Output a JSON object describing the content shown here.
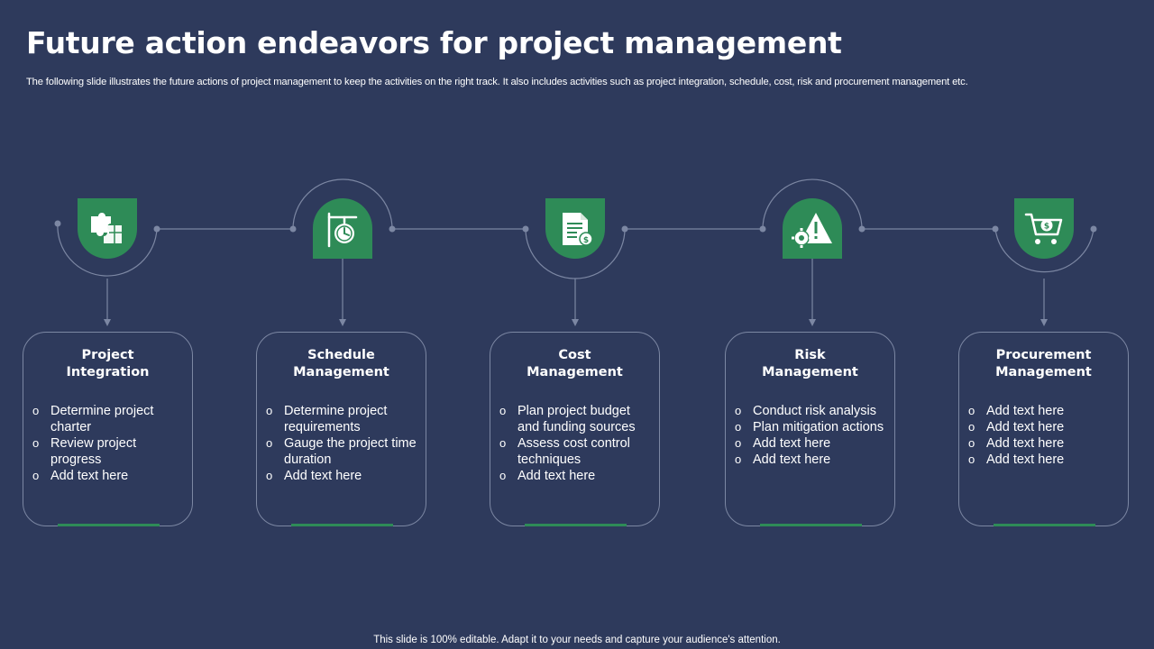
{
  "header": {
    "title": "Future action endeavors for project management",
    "subtitle": "The following slide illustrates the future actions of project management to keep the activities on the right track. It also includes activities such as project integration, schedule, cost, risk and  procurement management etc."
  },
  "colors": {
    "background": "#2e3a5c",
    "accent": "#2e8b57",
    "line": "#7c87a3"
  },
  "steps": [
    {
      "icon": "puzzle-icon",
      "title_lines": [
        "Project",
        "Integration"
      ],
      "items": [
        "Determine project charter",
        "Review project progress",
        "Add text here"
      ]
    },
    {
      "icon": "clock-sign-icon",
      "title_lines": [
        "Schedule",
        "Management"
      ],
      "items": [
        "Determine project requirements",
        "Gauge the project time duration",
        "Add text here"
      ]
    },
    {
      "icon": "document-coin-icon",
      "title_lines": [
        "Cost",
        "Management"
      ],
      "items": [
        "Plan project budget and funding sources",
        "Assess cost control techniques",
        "Add text here"
      ]
    },
    {
      "icon": "warning-gear-icon",
      "title_lines": [
        "Risk",
        "Management"
      ],
      "items": [
        "Conduct risk analysis",
        "Plan mitigation actions",
        "Add text here",
        "Add text here"
      ]
    },
    {
      "icon": "shopping-cart-icon",
      "title_lines": [
        "Procurement",
        "Management"
      ],
      "items": [
        "Add text here",
        "Add text here",
        "Add text here",
        "Add text here"
      ]
    }
  ],
  "bullet_char": "o",
  "footer": {
    "text": "This slide is 100% editable. Adapt it to your needs and capture your audience's attention."
  }
}
